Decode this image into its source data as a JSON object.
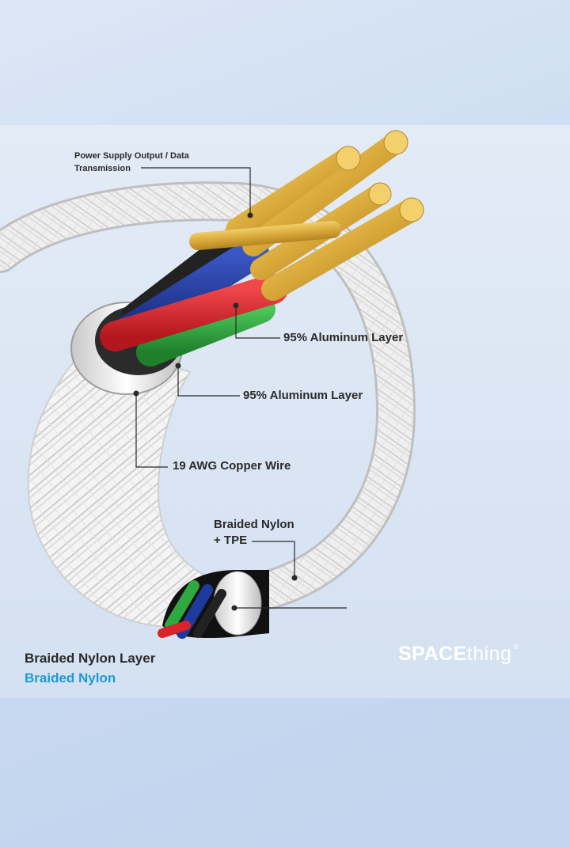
{
  "labels": {
    "power_line1": "Power Supply Output / Data",
    "power_line2": "Transmission",
    "aluminum_1": "95% Aluminum Layer",
    "aluminum_2": "95% Aluminum Layer",
    "copper": "19 AWG Copper Wire",
    "braided_line1": "Braided Nylon",
    "braided_line2": "+ TPE",
    "bottom_title": "Braided Nylon Layer",
    "bottom_subtitle": "Braided Nylon"
  },
  "logo": {
    "bold": "SPACE",
    "light": "thing",
    "mark": "®"
  },
  "colors": {
    "accent": "#1e9ad6",
    "gold": "#e2b84a",
    "red": "#d8242a",
    "blue": "#1f3a9e",
    "green": "#2fa840",
    "braid": "#f2f2f2"
  }
}
